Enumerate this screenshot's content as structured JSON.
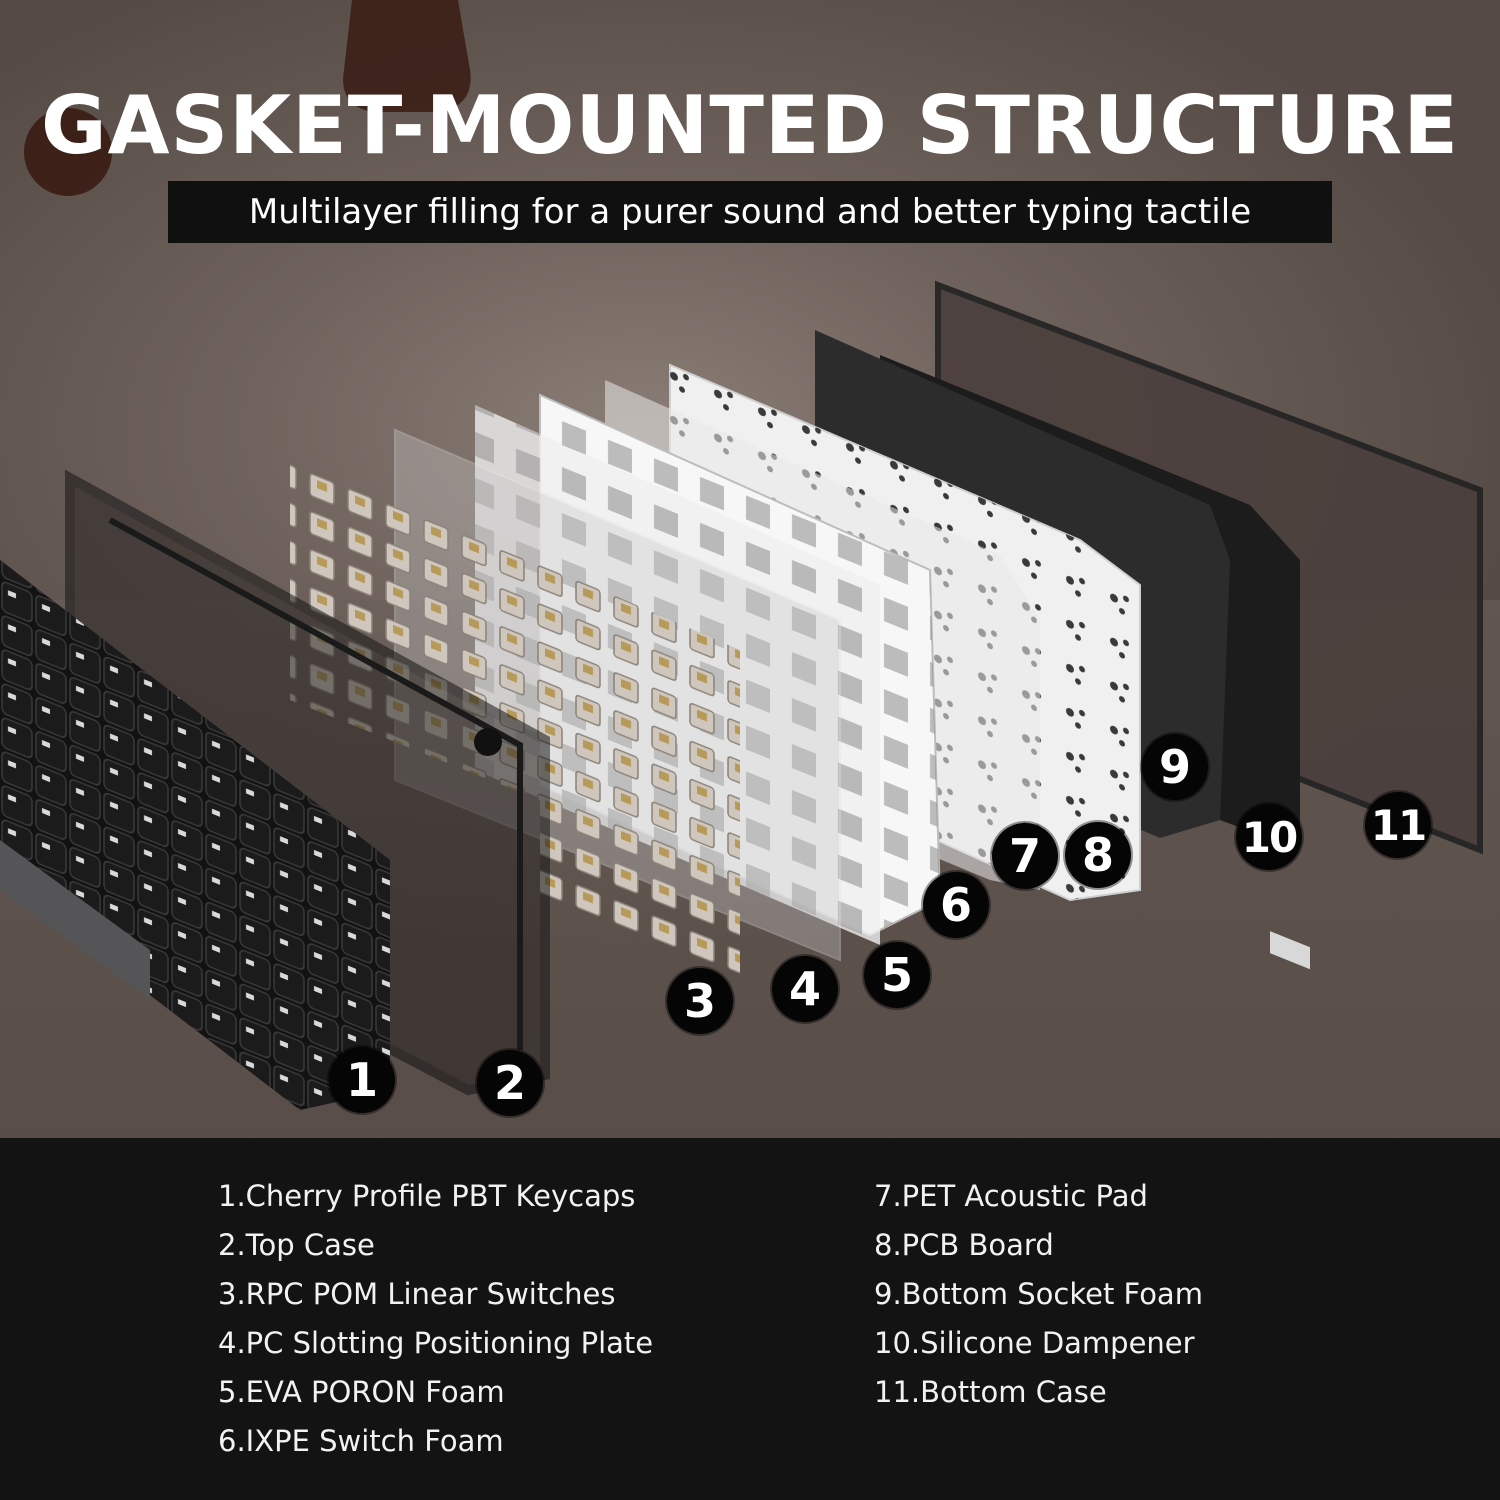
{
  "hero": {
    "title": "GASKET-MOUNTED STRUCTURE",
    "subtitle": "Multilayer filling for a purer sound and better typing tactile"
  },
  "callouts": [
    "1",
    "2",
    "3",
    "4",
    "5",
    "6",
    "7",
    "8",
    "9",
    "10",
    "11"
  ],
  "legend": {
    "left": [
      "1.Cherry Profile PBT Keycaps",
      "2.Top Case",
      "3.RPC POM Linear Switches",
      "4.PC Slotting Positioning Plate",
      "5.EVA PORON Foam",
      "6.IXPE Switch Foam"
    ],
    "right": [
      "7.PET Acoustic Pad",
      "8.PCB Board",
      "9.Bottom Socket Foam",
      "10.Silicone Dampener",
      "11.Bottom Case"
    ]
  },
  "colors": {
    "background": "#6f625c",
    "panel": "#141313",
    "badge": "#050505",
    "text": "#ffffff"
  }
}
